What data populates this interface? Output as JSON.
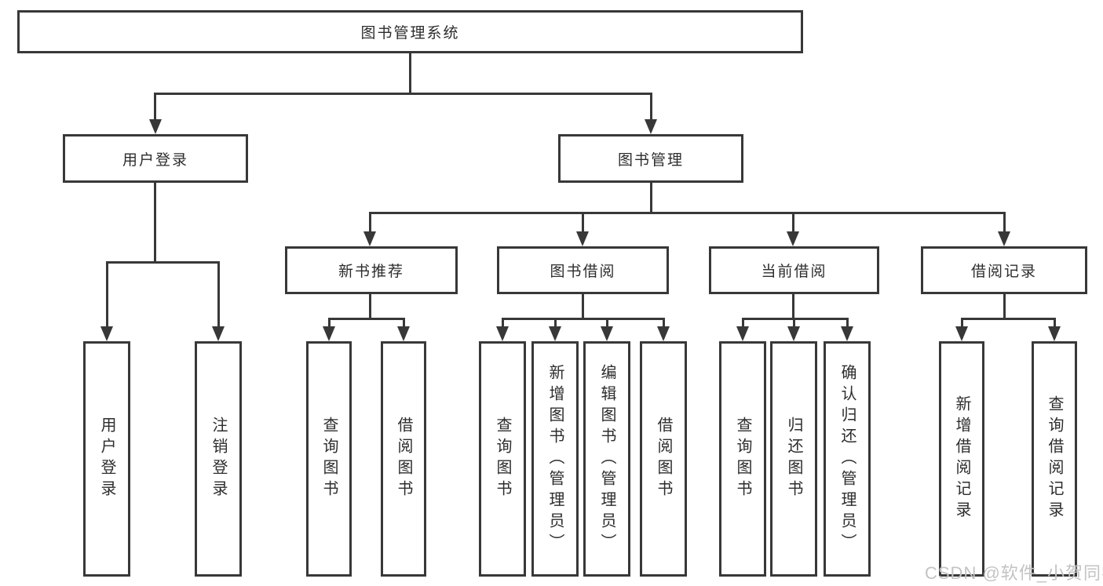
{
  "colors": {
    "line": "#383838",
    "box_border": "#383838",
    "box_fill": "#ffffff",
    "text": "#2d2d2d",
    "watermark": "#c3c3c3"
  },
  "nodes": {
    "root": "图书管理系统",
    "user_login": "用户登录",
    "book_mgmt": "图书管理",
    "new_book": "新书推荐",
    "book_borrow": "图书借阅",
    "current_borrow": "当前借阅",
    "borrow_record": "借阅记录",
    "leaves": {
      "user_login": [
        "用户登录",
        "注销登录"
      ],
      "new_book": [
        "查询图书",
        "借阅图书"
      ],
      "book_borrow": [
        "查询图书",
        "新增图书（管理员）",
        "编辑图书（管理员）",
        "借阅图书"
      ],
      "current_borrow": [
        "查询图书",
        "归还图书",
        "确认归还（管理员）"
      ],
      "borrow_record": [
        "新增借阅记录",
        "查询借阅记录"
      ]
    }
  },
  "watermark": {
    "text": "CSDN @软件_小贺同学"
  }
}
